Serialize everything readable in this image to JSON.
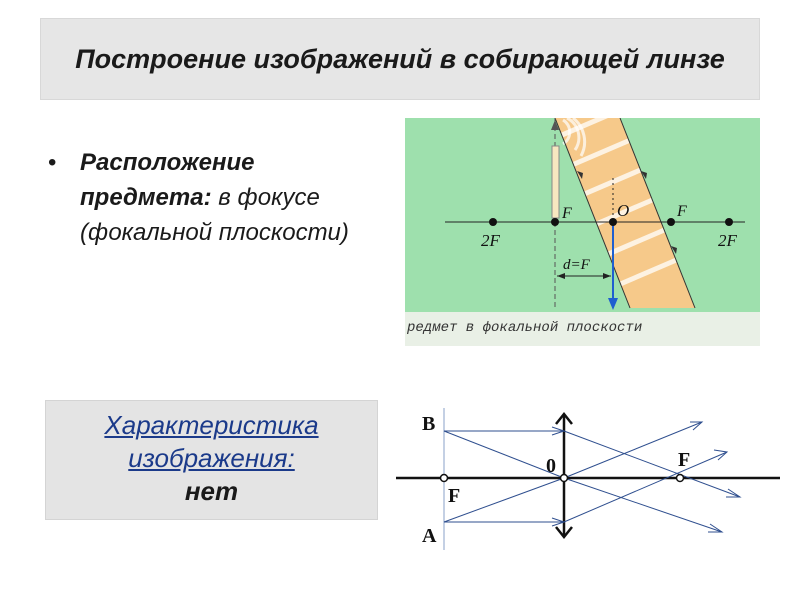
{
  "slide": {
    "title": "Построение изображений в собирающей линзе",
    "bullet_label": "Расположение предмета:",
    "bullet_value": "в фокусе (фокальной плоскости)",
    "characteristic_line1": "Характеристика",
    "characteristic_line2": "изображения:",
    "characteristic_value": "нет"
  },
  "illustration": {
    "label_2f_left": "2F",
    "label_f_left": "F",
    "label_o": "O",
    "label_f_right": "F",
    "label_2f_right": "2F",
    "label_d": "d=F",
    "caption": "редмет в фокальной плоскости"
  },
  "diagram": {
    "label_b": "B",
    "label_a": "A",
    "label_f_left": "F",
    "label_zero": "0",
    "label_f_right": "F"
  },
  "colors": {
    "photo_bg": "#9ee0ad",
    "ray_band": "#f6c98a",
    "ray_blue": "#1f5fd0",
    "diagram_ray": "#2f4f8f"
  }
}
